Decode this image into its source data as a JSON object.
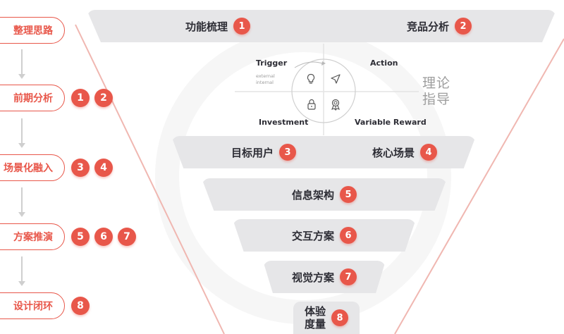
{
  "steps": [
    {
      "label": "整理思路",
      "badges": []
    },
    {
      "label": "前期分析",
      "badges": [
        "1",
        "2"
      ]
    },
    {
      "label": "场景化融入",
      "badges": [
        "3",
        "4"
      ]
    },
    {
      "label": "方案推演",
      "badges": [
        "5",
        "6",
        "7"
      ]
    },
    {
      "label": "设计闭环",
      "badges": [
        "8"
      ]
    }
  ],
  "funnel": {
    "row1": [
      {
        "label": "功能梳理",
        "num": "1"
      },
      {
        "label": "竞品分析",
        "num": "2"
      }
    ],
    "row2": [
      {
        "label": "目标用户",
        "num": "3"
      },
      {
        "label": "核心场景",
        "num": "4"
      }
    ],
    "row3": {
      "label": "信息架构",
      "num": "5"
    },
    "row4": {
      "label": "交互方案",
      "num": "6"
    },
    "row5": {
      "label": "视觉方案",
      "num": "7"
    },
    "row6": {
      "line1": "体验",
      "line2": "度量",
      "num": "8"
    }
  },
  "hook_model": {
    "trigger": "Trigger",
    "action": "Action",
    "investment": "Investment",
    "variable_reward": "Variable Reward",
    "external": "external",
    "internal": "internal",
    "theory_line1": "理论",
    "theory_line2": "指导",
    "icons": [
      "lightbulb-icon",
      "send-icon",
      "lock-icon",
      "award-icon"
    ]
  },
  "colors": {
    "accent": "#e8574a",
    "bar": "#e6e6e8",
    "text": "#2d2d35"
  }
}
